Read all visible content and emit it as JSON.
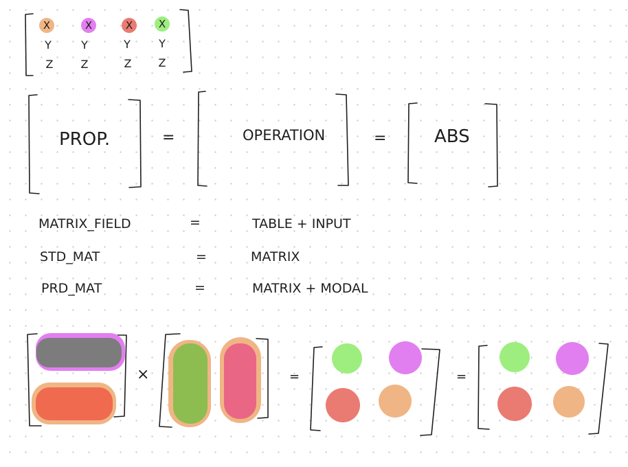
{
  "colors": {
    "ink": "#1e1e1e",
    "orange": "#f0b585",
    "violet": "#e27ff0",
    "salmon": "#ea7b72",
    "green": "#9dee7f",
    "gray": "#7c7c7c",
    "red_orange": "#ef6a4f",
    "olive_green": "#8dbd50",
    "pink": "#ea6685"
  },
  "vector_matrix": {
    "columns": [
      {
        "x": "X",
        "y": "Y",
        "z": "Z",
        "color": "#f0b585"
      },
      {
        "x": "X",
        "y": "Y",
        "z": "Z",
        "color": "#e27ff0"
      },
      {
        "x": "X",
        "y": "Y",
        "z": "Z",
        "color": "#ea7b72"
      },
      {
        "x": "X",
        "y": "Y",
        "z": "Z",
        "color": "#9dee7f"
      }
    ]
  },
  "equation": {
    "left": "PROP.",
    "middle": "OPERATION",
    "right": "ABS",
    "equals": "="
  },
  "definitions": [
    {
      "term": "MATRIX_FIELD",
      "equals": "=",
      "value": "TABLE + INPUT"
    },
    {
      "term": "STD_MAT",
      "equals": "=",
      "value": "MATRIX"
    },
    {
      "term": "PRD_MAT",
      "equals": "=",
      "value": "MATRIX + MODAL"
    }
  ],
  "product": {
    "times": "×",
    "equals": "="
  }
}
